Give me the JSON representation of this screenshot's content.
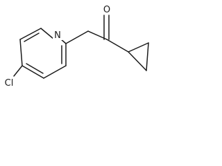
{
  "molecule": {
    "atoms": {
      "oxygen": "O",
      "nitrogen": "N",
      "chlorine": "Cl"
    }
  },
  "colors": {
    "bond": "#1a1a1a",
    "background": "#ffffff"
  }
}
